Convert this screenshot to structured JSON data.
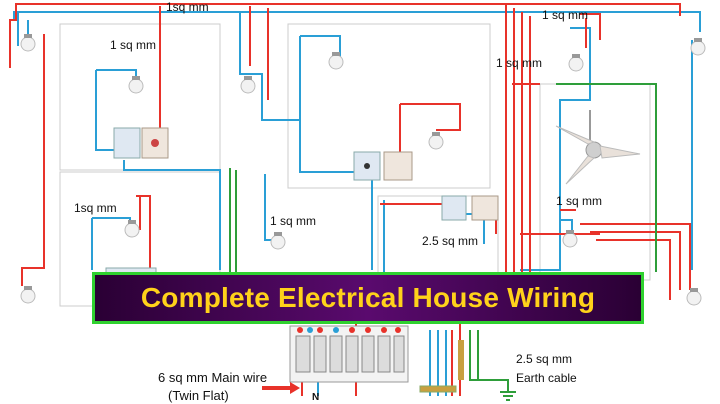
{
  "banner": {
    "title": "Complete Electrical House Wiring"
  },
  "labels": {
    "top_1sqmm": "1sq mm",
    "top_right_1sqmm": "1 sq mm",
    "room1_1sqmm": "1 sq mm",
    "right_1sqmm": "1 sq mm",
    "left_lower_1sqmm": "1sq mm",
    "middle_1sqmm": "1 sq mm",
    "right_lower_1sqmm": "1 sq mm",
    "socket_25sqmm": "2.5 sq mm",
    "earth_size": "2.5 sq mm",
    "earth_cable": "Earth cable",
    "main_wire": "6 sq mm Main wire",
    "main_wire_type": "(Twin Flat)",
    "main_n": "N"
  },
  "colors": {
    "phase_wire": "#e8322a",
    "neutral_wire": "#2a9fd6",
    "earth_wire": "#2e9e3a",
    "banner_text": "#ffd21a",
    "banner_border": "#2fd12f",
    "banner_bg": "#3a004a"
  },
  "icons": [
    "bulb-icon",
    "switch-board-icon",
    "ceiling-fan-icon",
    "distribution-board-icon",
    "earth-icon"
  ]
}
